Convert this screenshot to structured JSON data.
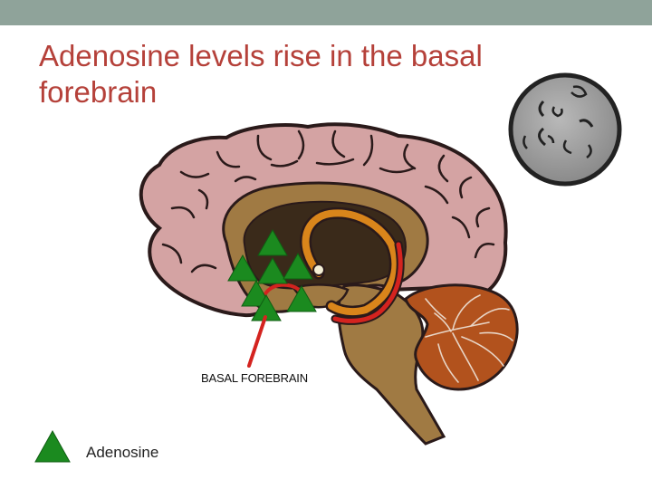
{
  "slide": {
    "title": "Adenosine levels rise in the basal forebrain"
  },
  "diagram": {
    "callout_label": "BASAL FOREBRAIN",
    "legend_label": "Adenosine",
    "icons": [
      "moon-icon",
      "adenosine-triangle-icon"
    ],
    "colors": {
      "header_band": "#8fa39a",
      "title": "#b5413a",
      "cortex": "#d4a3a3",
      "inner_brain": "#a07a43",
      "ventricle": "#3a2a1a",
      "fornix": "#d9851b",
      "pathway": "#d4231f",
      "cerebellum": "#b2521d",
      "adenosine": "#1b8a1f"
    }
  }
}
